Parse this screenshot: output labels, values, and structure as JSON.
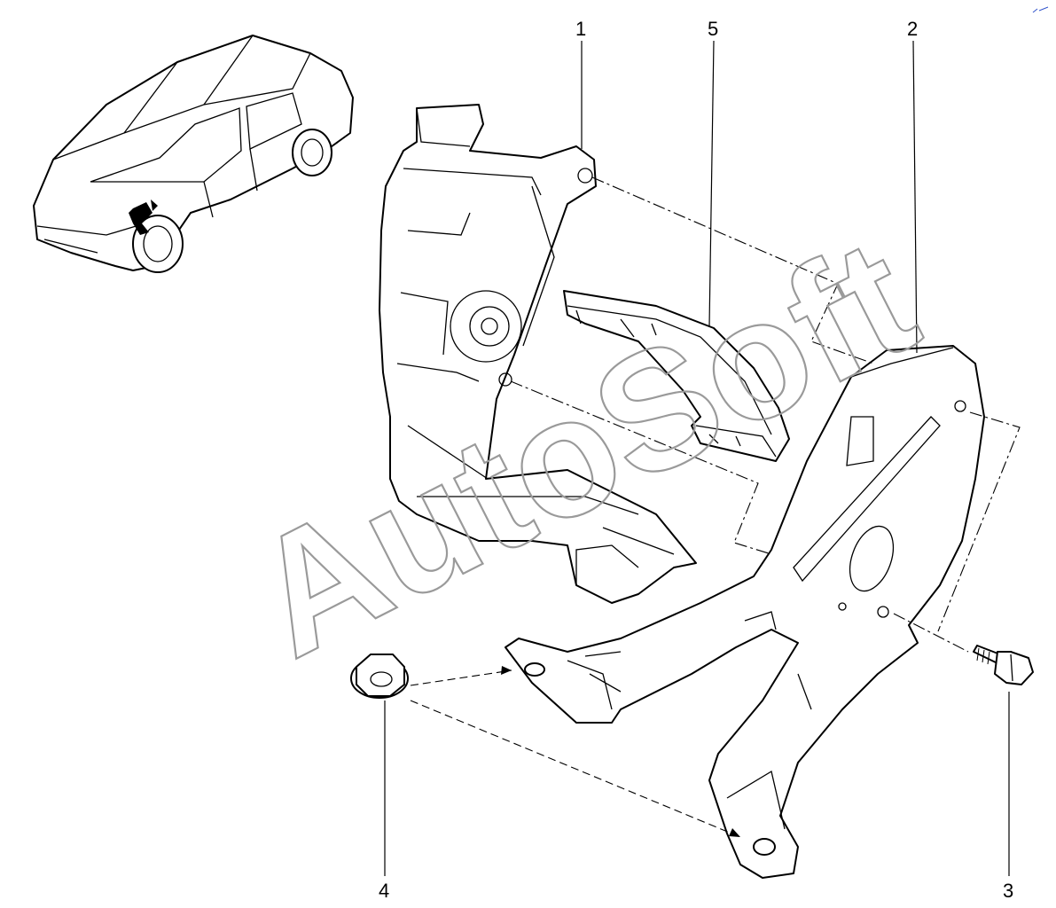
{
  "callouts": {
    "c1": "1",
    "c2": "2",
    "c3": "3",
    "c4": "4",
    "c5": "5"
  },
  "watermark": {
    "text": "AutoSoft"
  },
  "colors": {
    "line": "#000000",
    "watermark": "#9a9a9a",
    "background": "#ffffff"
  }
}
